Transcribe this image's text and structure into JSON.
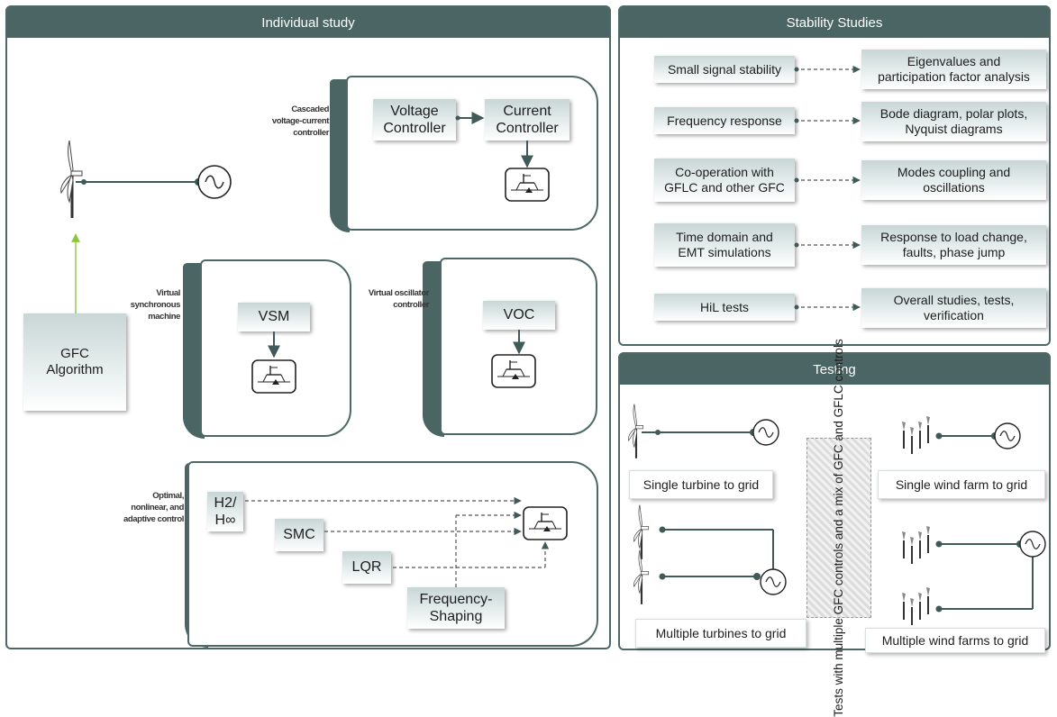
{
  "panels": {
    "individual": "Individual study",
    "stability": "Stability Studies",
    "testing": "Testing"
  },
  "individual": {
    "gfc": "GFC\nAlgorithm",
    "cascaded": {
      "label": "Cascaded\nvoltage-current\ncontroller",
      "voltage": "Voltage\nController",
      "current": "Current\nController"
    },
    "vsm": {
      "label": "Virtual\nsynchronous\nmachine",
      "box": "VSM"
    },
    "voc": {
      "label": "Virtual oscillator\ncontroller",
      "box": "VOC"
    },
    "optimal": {
      "label": "Optimal,\nnonlinear, and\nadaptive control",
      "h2": "H2/\nH∞",
      "smc": "SMC",
      "lqr": "LQR",
      "freq": "Frequency-\nShaping"
    }
  },
  "stability": {
    "rows": [
      {
        "left": "Small signal stability",
        "right": "Eigenvalues and\nparticipation factor analysis"
      },
      {
        "left": "Frequency response",
        "right": "Bode diagram, polar plots,\nNyquist diagrams"
      },
      {
        "left": "Co-operation with\nGFLC and other GFC",
        "right": "Modes coupling and\noscillations"
      },
      {
        "left": "Time domain and\nEMT simulations",
        "right": "Response to load change,\nfaults, phase jump"
      },
      {
        "left": "HiL tests",
        "right": "Overall studies, tests,\nverification"
      }
    ]
  },
  "testing": {
    "single_turbine": "Single turbine to grid",
    "multiple_turbines": "Multiple turbines to grid",
    "single_farm": "Single wind farm to grid",
    "multiple_farms": "Multiple wind farms to grid",
    "vertical": "Tests with multiple GFC\ncontrols and a mix of GFC\nand GFLC controls"
  },
  "colors": {
    "header": "#4a6563",
    "line": "#3f5a58",
    "arrow_green": "#8cc63f"
  }
}
